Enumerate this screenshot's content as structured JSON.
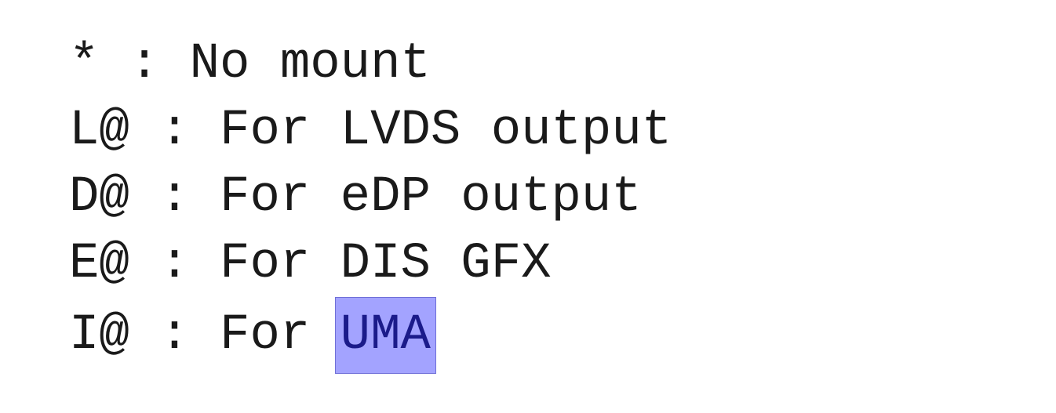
{
  "legend": {
    "lines": [
      {
        "code": "*",
        "sep": " : ",
        "desc_prefix": "No mount",
        "desc_highlight": ""
      },
      {
        "code": "L@",
        "sep": " : ",
        "desc_prefix": "For LVDS output",
        "desc_highlight": ""
      },
      {
        "code": "D@",
        "sep": " : ",
        "desc_prefix": "For eDP output",
        "desc_highlight": ""
      },
      {
        "code": "E@",
        "sep": " : ",
        "desc_prefix": "For DIS GFX",
        "desc_highlight": ""
      },
      {
        "code": "I@",
        "sep": " : ",
        "desc_prefix": "For ",
        "desc_highlight": "UMA"
      }
    ]
  },
  "colors": {
    "text": "#1a1a1a",
    "highlight_bg": "#a3a3ff",
    "highlight_text": "#1b1b8a"
  }
}
